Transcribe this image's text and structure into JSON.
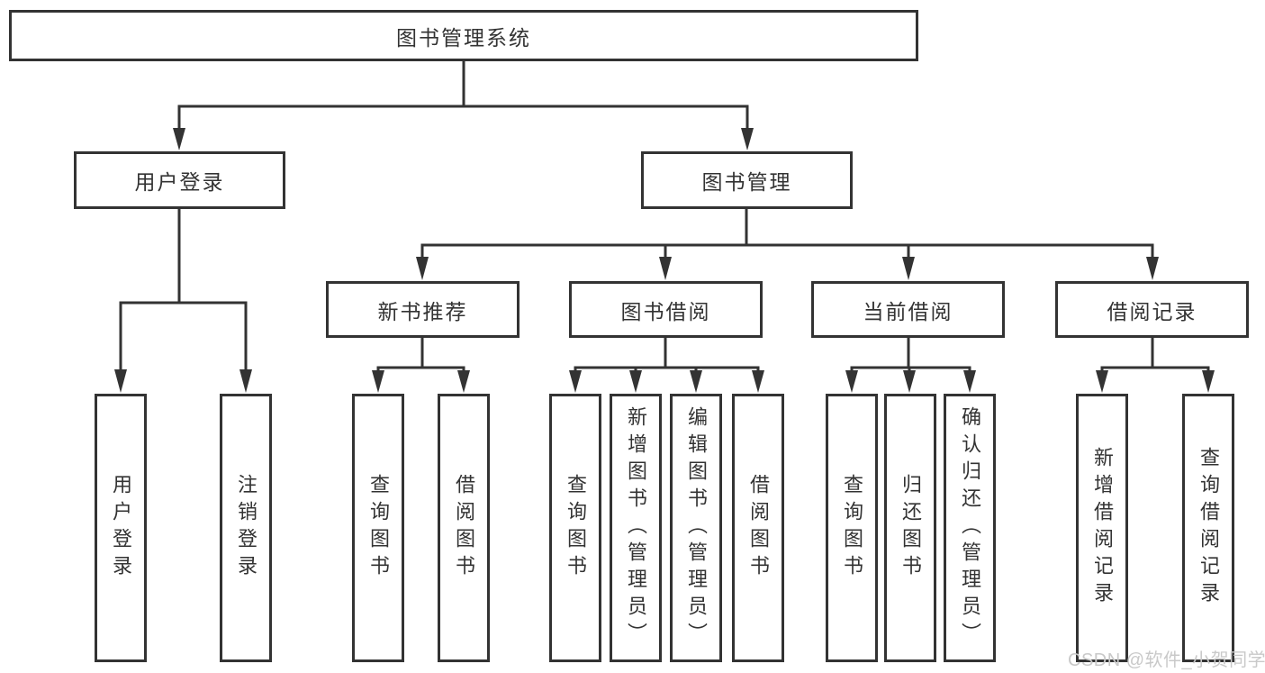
{
  "diagram_title": "图书管理系统",
  "colors": {
    "line": "#333333",
    "box_border": "#333333",
    "box_fill": "#ffffff",
    "text": "#333333",
    "watermark": "#c9c9c9",
    "background": "#ffffff"
  },
  "nodes": {
    "root": "图书管理系统",
    "user_login": "用户登录",
    "book_management": "图书管理",
    "new_book_recommend": "新书推荐",
    "book_borrow": "图书借阅",
    "current_borrow": "当前借阅",
    "borrow_record": "借阅记录",
    "leaf_user_login": "用户登录",
    "leaf_logout": "注销登录",
    "leaf_nbr_query_book": "查询图书",
    "leaf_nbr_borrow_book": "借阅图书",
    "leaf_bb_query_book": "查询图书",
    "leaf_bb_add_book_admin": "新增图书（管理员）",
    "leaf_bb_edit_book_admin": "编辑图书（管理员）",
    "leaf_bb_borrow_book": "借阅图书",
    "leaf_cb_query_book": "查询图书",
    "leaf_cb_return_book": "归还图书",
    "leaf_cb_confirm_return_admin": "确认归还（管理员）",
    "leaf_br_add_record": "新增借阅记录",
    "leaf_br_query_record": "查询借阅记录"
  },
  "watermark": "CSDN @软件_小贺同学"
}
